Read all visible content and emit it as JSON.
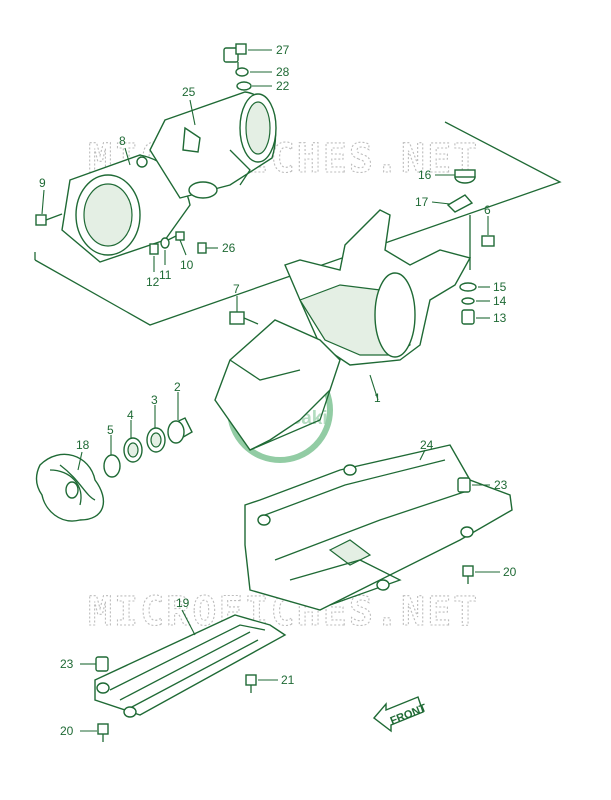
{
  "watermark": {
    "text": "MICROFICHES.NET"
  },
  "logo": {
    "text": "Kawasaki",
    "color": "#3aa35a"
  },
  "front_label": "FRONT",
  "line_color": "#1f6a35",
  "callouts": [
    {
      "id": "27",
      "label": "27"
    },
    {
      "id": "28",
      "label": "28"
    },
    {
      "id": "22",
      "label": "22"
    },
    {
      "id": "25",
      "label": "25"
    },
    {
      "id": "8",
      "label": "8"
    },
    {
      "id": "9",
      "label": "9"
    },
    {
      "id": "10",
      "label": "10"
    },
    {
      "id": "26",
      "label": "26"
    },
    {
      "id": "11",
      "label": "11"
    },
    {
      "id": "12",
      "label": "12"
    },
    {
      "id": "16",
      "label": "16"
    },
    {
      "id": "17",
      "label": "17"
    },
    {
      "id": "6",
      "label": "6"
    },
    {
      "id": "15",
      "label": "15"
    },
    {
      "id": "14",
      "label": "14"
    },
    {
      "id": "13",
      "label": "13"
    },
    {
      "id": "7",
      "label": "7"
    },
    {
      "id": "1",
      "label": "1"
    },
    {
      "id": "2",
      "label": "2"
    },
    {
      "id": "3",
      "label": "3"
    },
    {
      "id": "4",
      "label": "4"
    },
    {
      "id": "5",
      "label": "5"
    },
    {
      "id": "18",
      "label": "18"
    },
    {
      "id": "24",
      "label": "24"
    },
    {
      "id": "23a",
      "label": "23"
    },
    {
      "id": "20a",
      "label": "20"
    },
    {
      "id": "19",
      "label": "19"
    },
    {
      "id": "23b",
      "label": "23"
    },
    {
      "id": "21",
      "label": "21"
    },
    {
      "id": "20b",
      "label": "20"
    }
  ]
}
